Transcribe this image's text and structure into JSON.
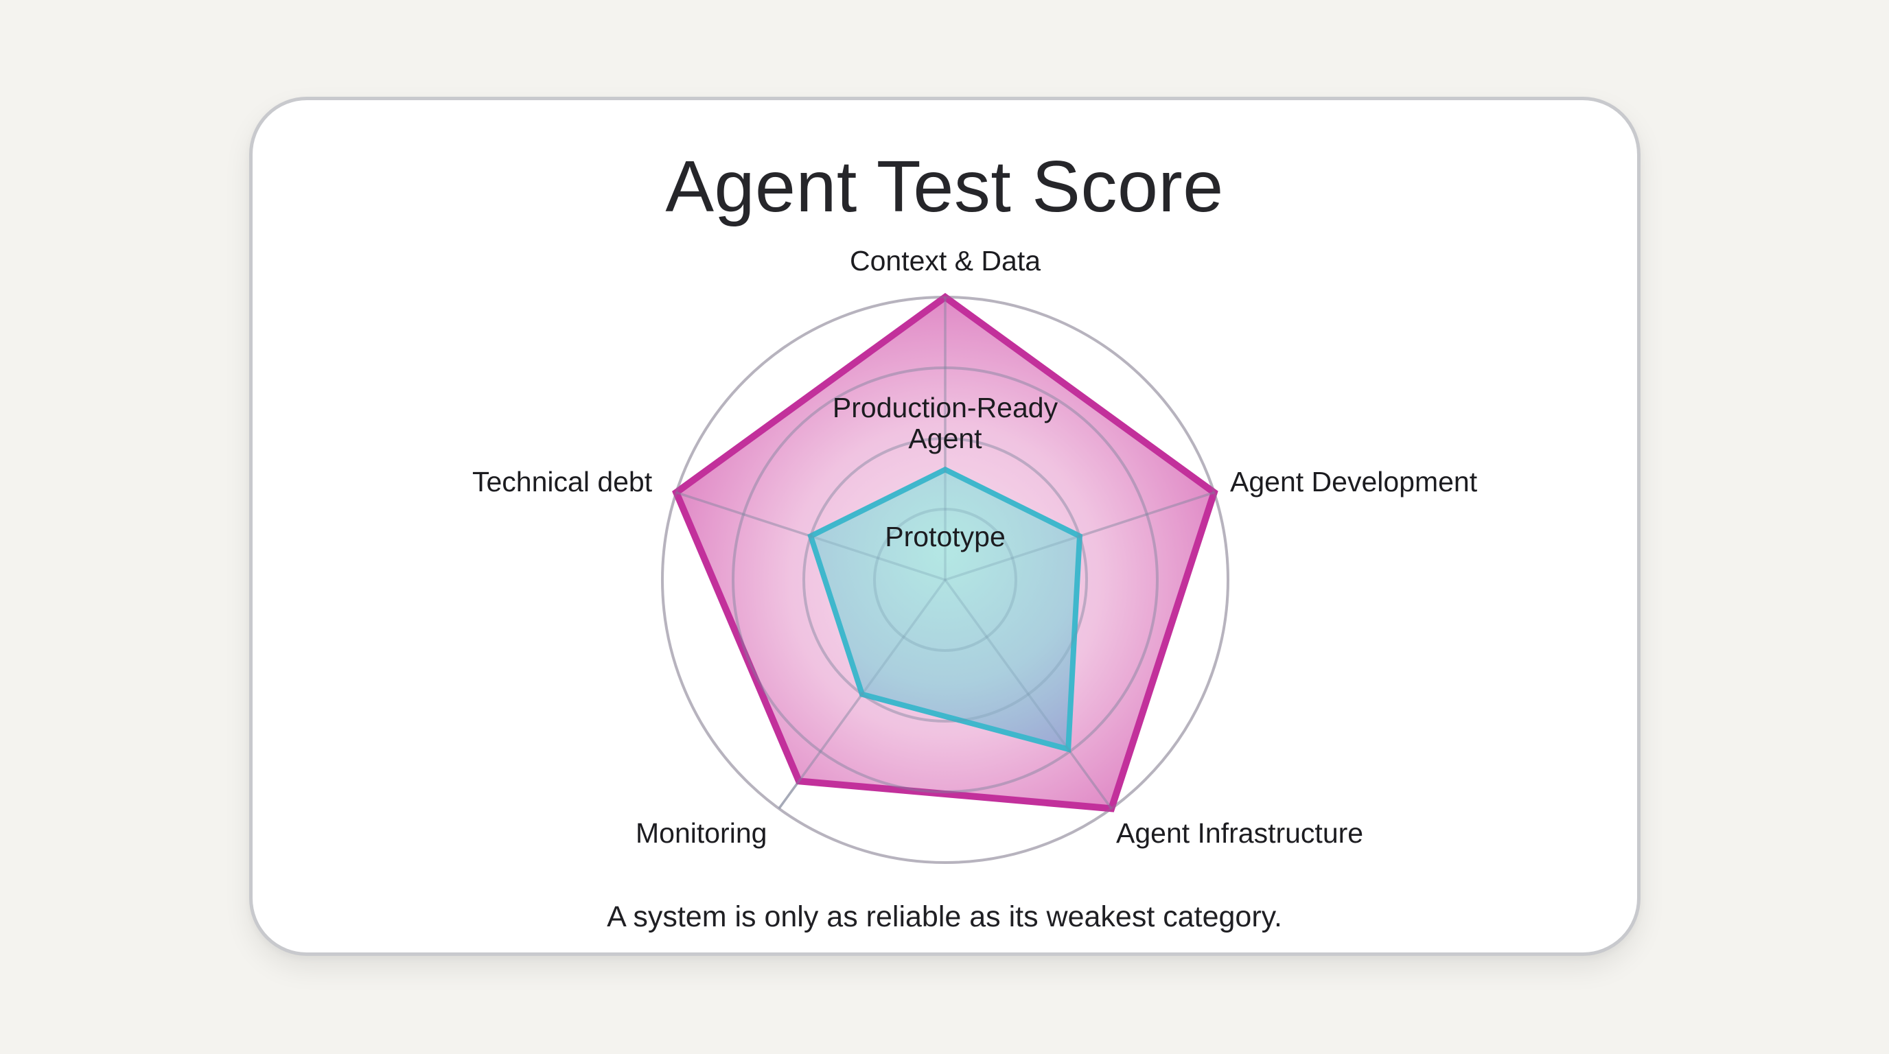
{
  "title": "Agent Test Score",
  "caption": "A system is only as reliable as its weakest category.",
  "colors": {
    "background": "#f4f3ef",
    "card": "#ffffff",
    "card_border": "#c8c9cd",
    "production_stroke": "#c2309b",
    "production_fill_outer": "#e08ac6",
    "production_fill_inner": "#f5d6ea",
    "prototype_stroke": "#3fb7cc",
    "prototype_fill_outer": "#93b4d6",
    "prototype_fill_inner": "#a9e6e2",
    "grid": "#c9c9cf",
    "text": "#1f1f23"
  },
  "tier_labels": {
    "production_line1": "Production-Ready",
    "production_line2": "Agent",
    "prototype": "Prototype"
  },
  "axes": [
    {
      "label": "Context & Data"
    },
    {
      "label": "Agent Development"
    },
    {
      "label": "Agent Infrastructure"
    },
    {
      "label": "Monitoring"
    },
    {
      "label": "Technical debt"
    }
  ],
  "chart_data": {
    "type": "radar",
    "title": "Agent Test Score",
    "categories": [
      "Context & Data",
      "Agent Development",
      "Agent Infrastructure",
      "Monitoring",
      "Technical debt"
    ],
    "series": [
      {
        "name": "Production-Ready Agent",
        "values": [
          1.0,
          1.0,
          1.0,
          0.88,
          1.0
        ]
      },
      {
        "name": "Prototype",
        "values": [
          0.39,
          0.5,
          0.74,
          0.5,
          0.5
        ]
      }
    ],
    "range": [
      0,
      1
    ],
    "grid_rings": [
      0.25,
      0.5,
      0.75,
      1.0
    ],
    "grid": true,
    "legend": "inline labels inside polygons",
    "caption": "A system is only as reliable as its weakest category."
  }
}
